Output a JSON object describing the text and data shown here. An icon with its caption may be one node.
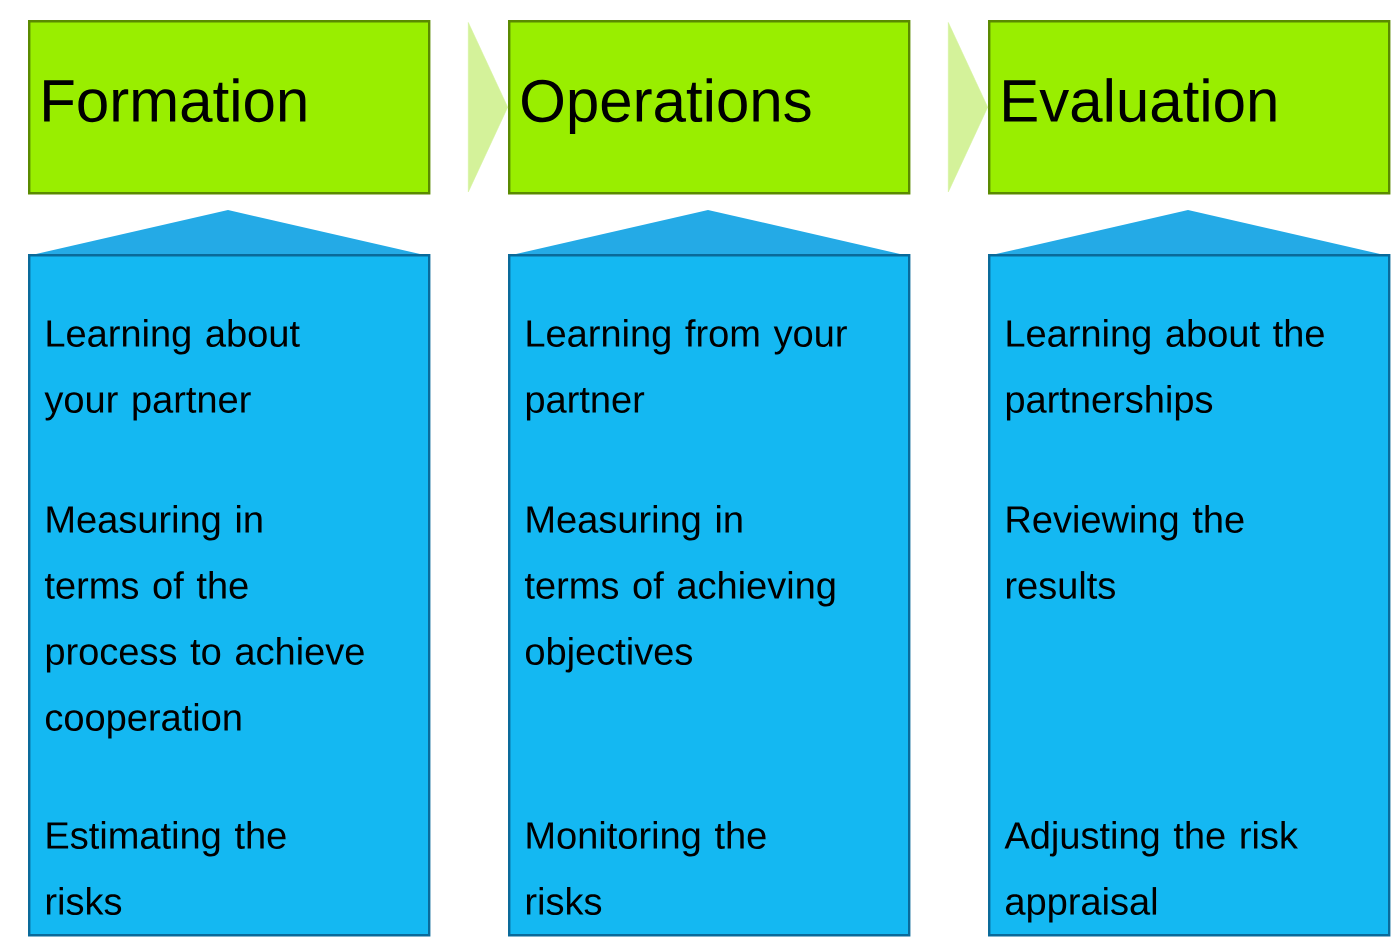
{
  "diagram": {
    "nodes": [
      {
        "text": [
          "Formation"
        ]
      },
      {
        "text": [
          "Operations"
        ]
      },
      {
        "text": [
          "Evaluation"
        ]
      },
      {
        "text": [
          "Learning about your partner",
          "Measuring in terms of the process to achieve cooperation",
          "Estimating the risks"
        ]
      },
      {
        "text": [
          "Learning from your partner",
          "Measuring in terms of achieving objectives",
          "Monitoring the risks"
        ]
      },
      {
        "text": [
          "Learning about the partnerships",
          "Reviewing the results",
          "Adjusting the risk appraisal"
        ]
      }
    ],
    "edges": [
      {
        "from": 0,
        "to": 1,
        "arrow": "to"
      },
      {
        "from": 1,
        "to": 2,
        "arrow": "to"
      }
    ]
  }
}
